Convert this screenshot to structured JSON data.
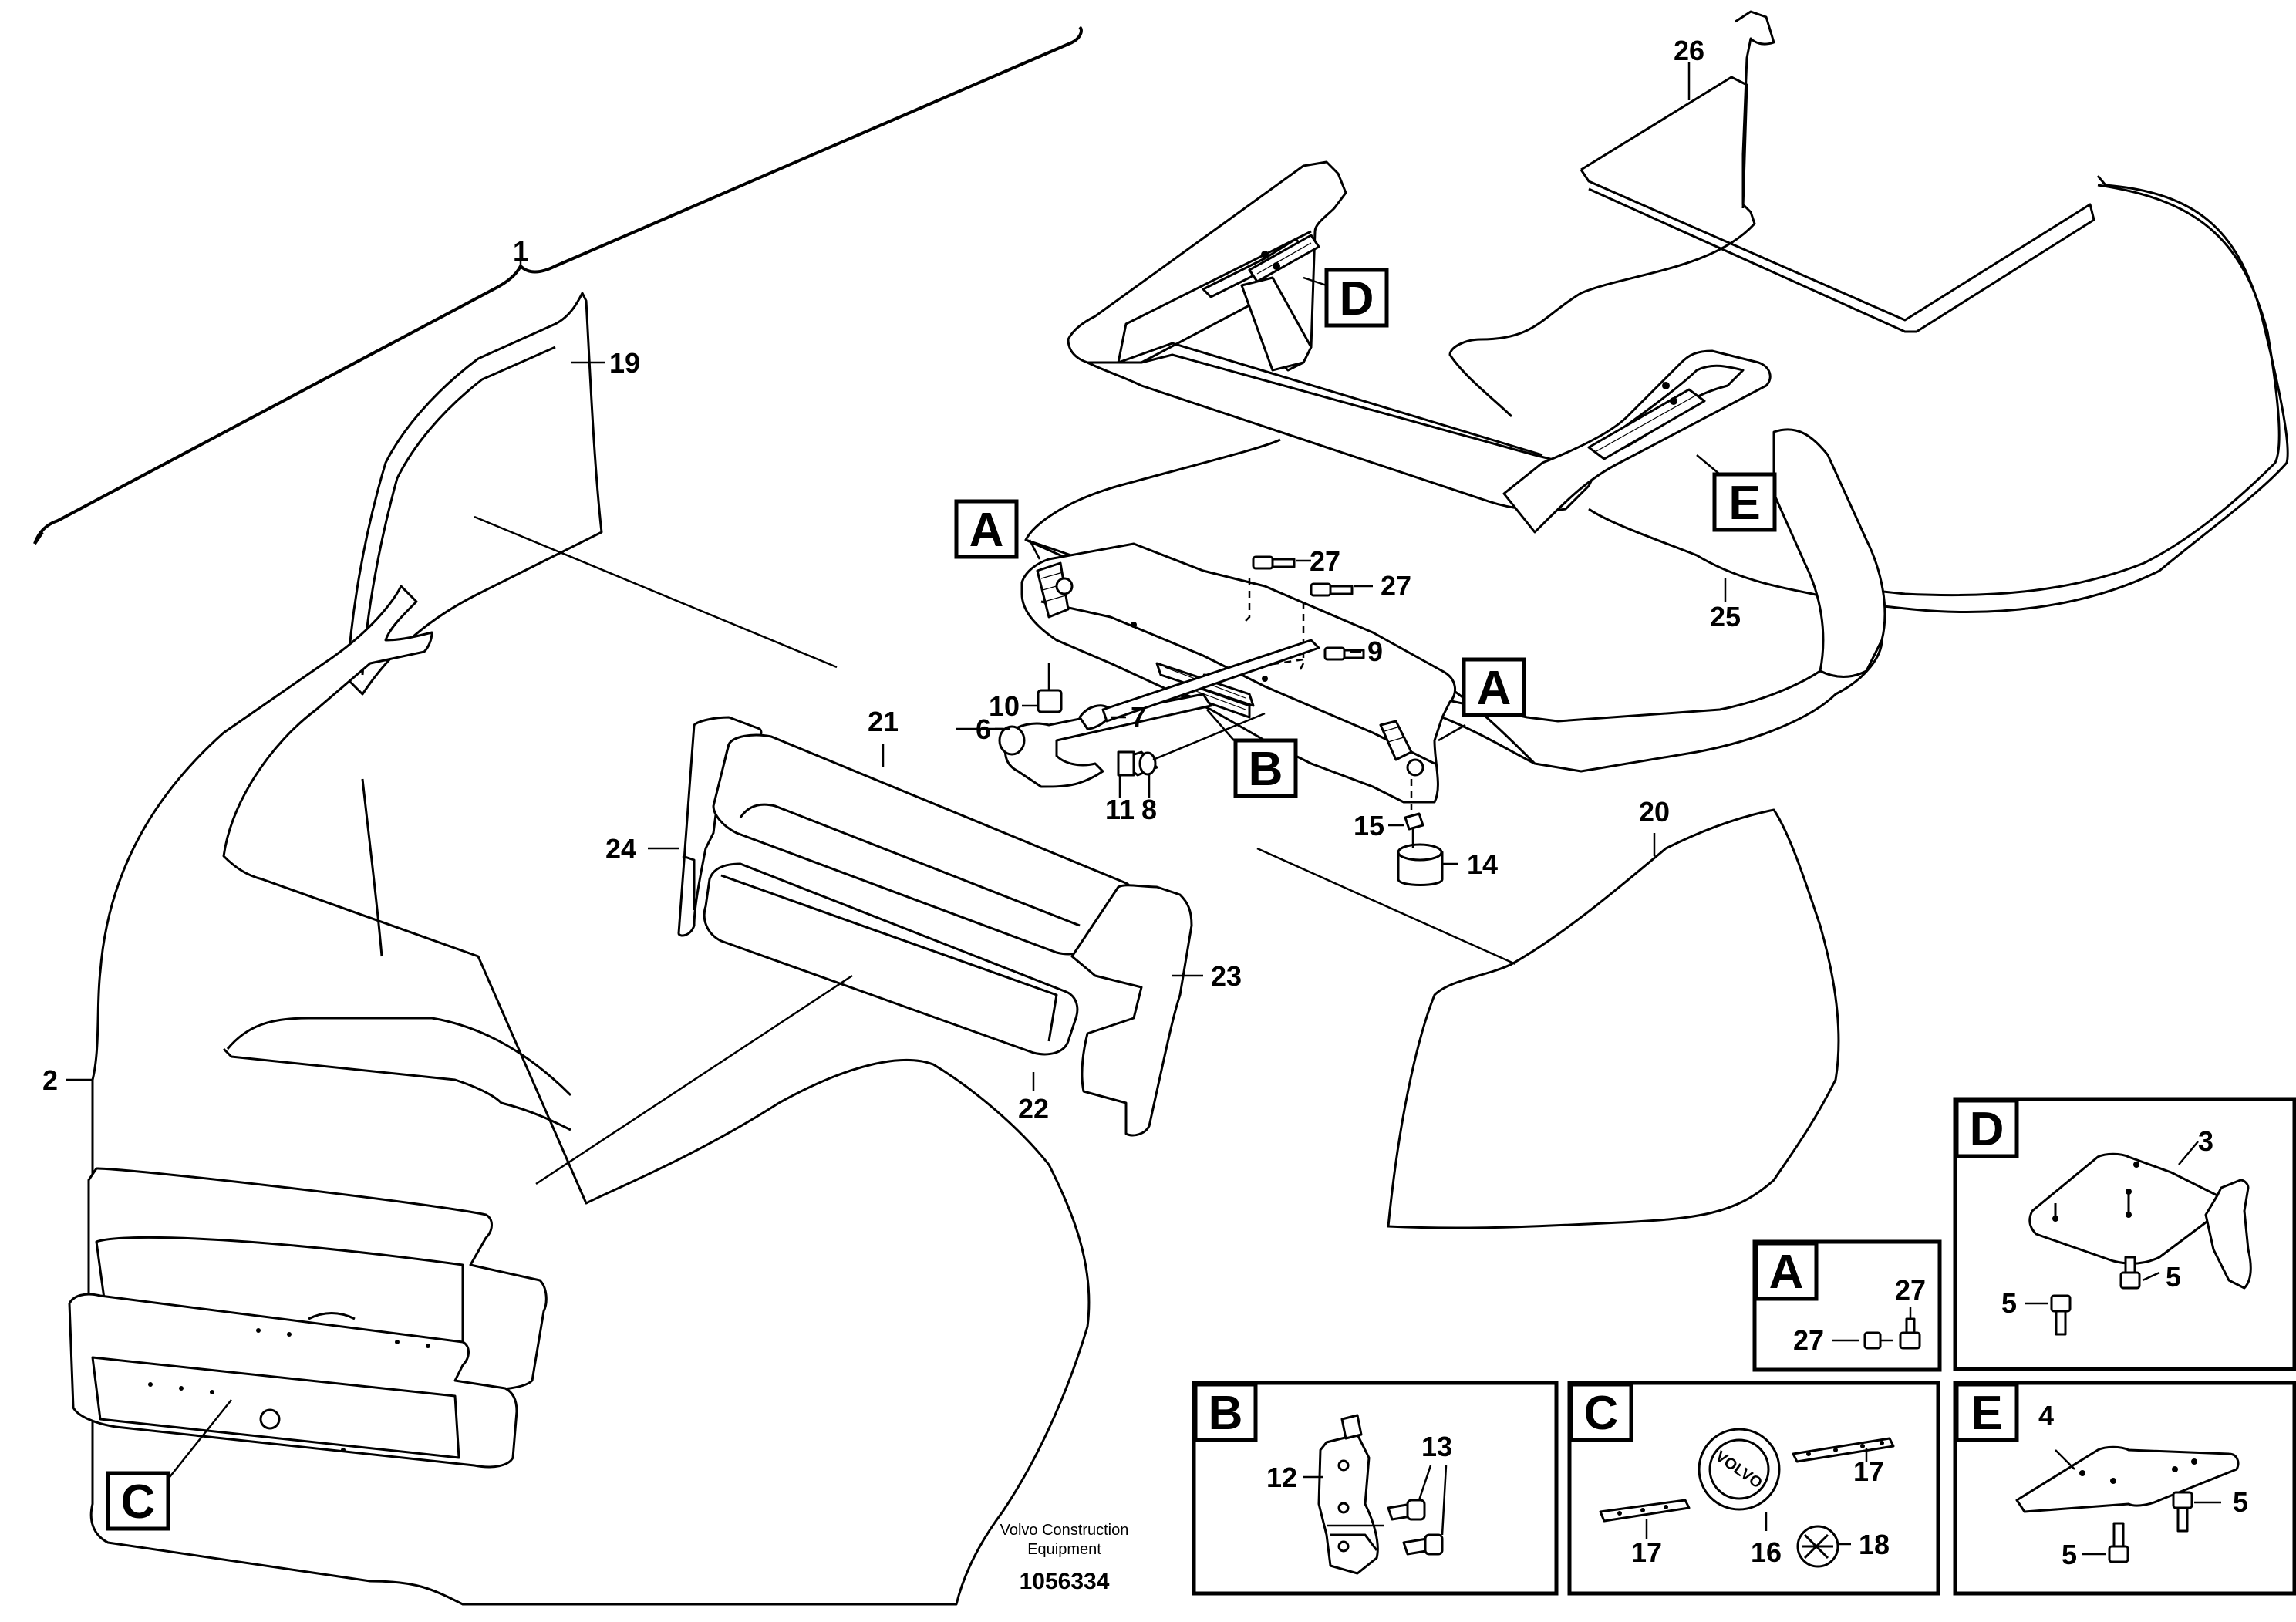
{
  "diagram": {
    "callouts": [
      "1",
      "2",
      "3",
      "4",
      "5",
      "6",
      "7",
      "8",
      "9",
      "10",
      "11",
      "12",
      "13",
      "14",
      "15",
      "16",
      "17",
      "18",
      "19",
      "20",
      "21",
      "22",
      "23",
      "24",
      "25",
      "26",
      "27"
    ],
    "detail_views": [
      "A",
      "B",
      "C",
      "D",
      "E"
    ],
    "logo_text": "VOLVO",
    "credit_line_1": "Volvo Construction",
    "credit_line_2": "Equipment",
    "document_number": "1056334"
  }
}
